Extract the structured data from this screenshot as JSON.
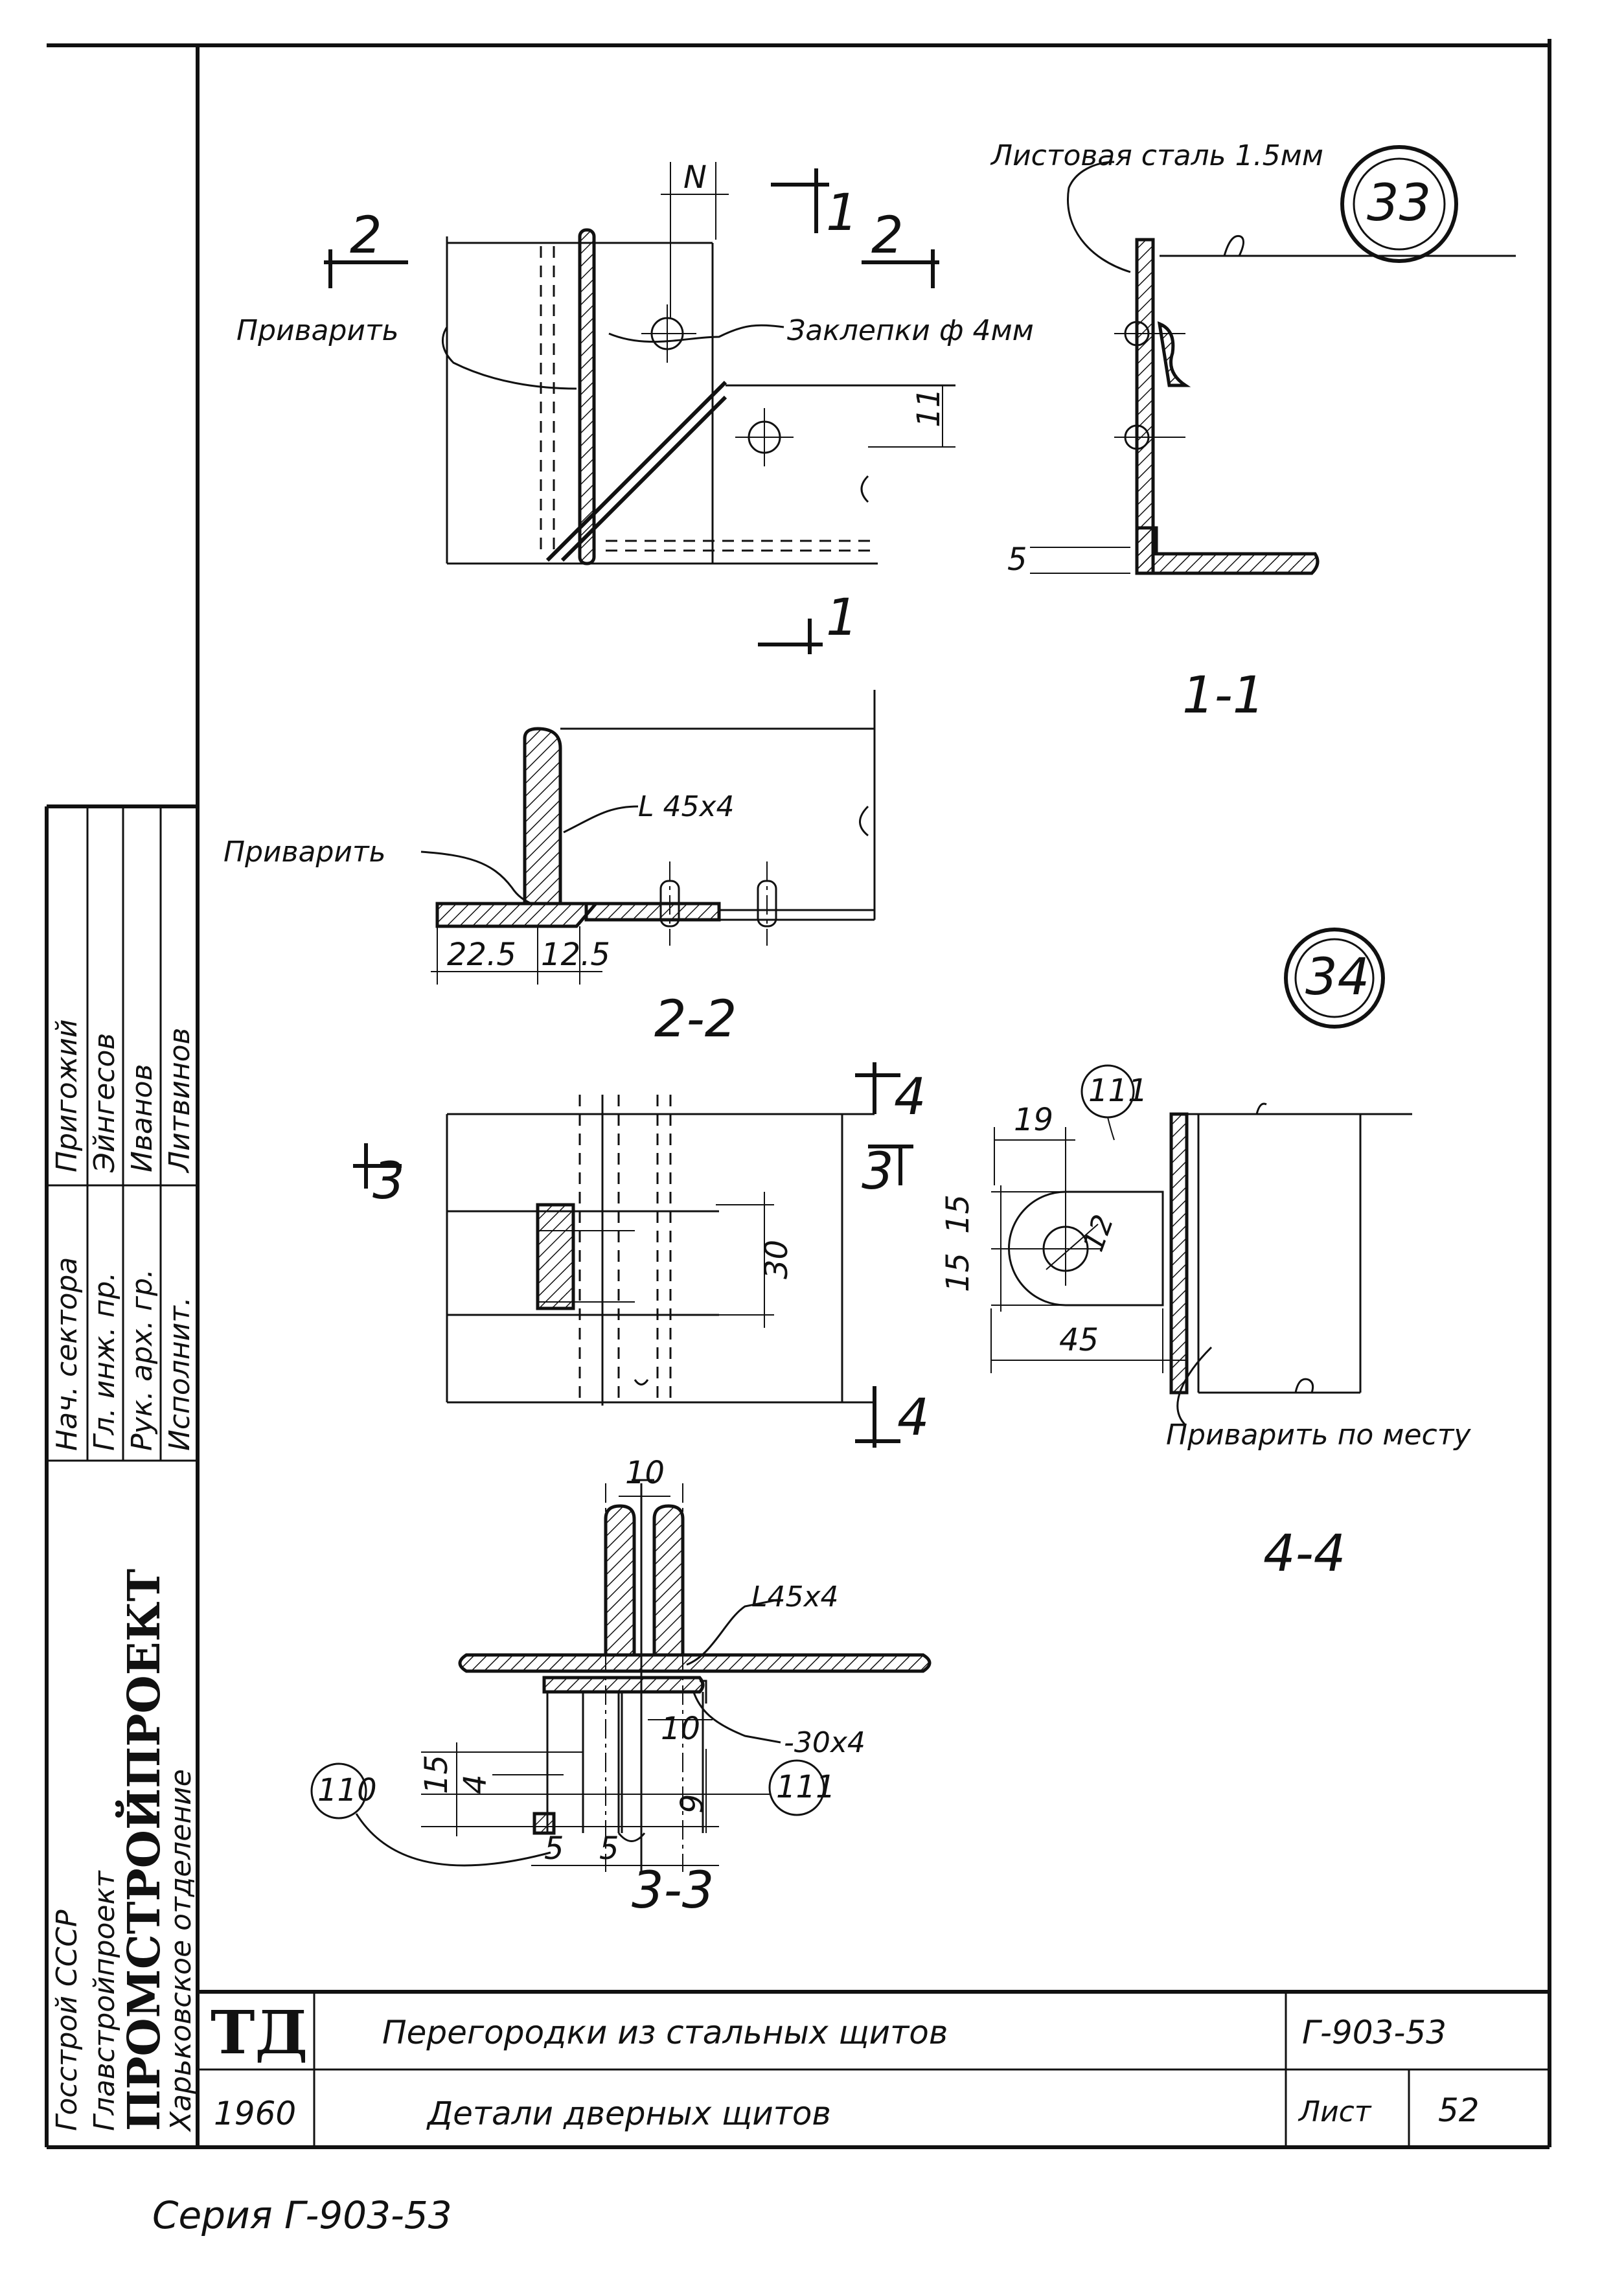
{
  "labels": {
    "sheet_steel": "Листовая сталь 1.5мм",
    "weld_top": "Приварить",
    "rivets": "Заклепки ф 4мм",
    "weld_mid": "Приварить",
    "angle_mid": "L 45х4",
    "angle_bottom": "L45х4",
    "plate": "-30х4",
    "weld_in_place": "Приварить по месту"
  },
  "sections": {
    "s1": "1-1",
    "s2": "2-2",
    "s3": "3-3",
    "s4": "4-4",
    "cut_1": "1",
    "cut_2": "2",
    "cut_3": "3",
    "cut_4": "4"
  },
  "details": {
    "d33": "33",
    "d34": "34",
    "d110": "110",
    "d111_top": "111",
    "d111_bottom": "111"
  },
  "dims": {
    "N": "N",
    "eleven": "11",
    "five": "5",
    "d22_5": "22.5",
    "d12_5": "12.5",
    "d30": "30",
    "d19": "19",
    "d15a": "15",
    "d15b": "15",
    "d12": "12",
    "d45": "45",
    "d10": "10",
    "d15c": "15",
    "d4": "4",
    "d10b": "10",
    "d9": "9",
    "d5a": "5",
    "d5b": "5"
  },
  "side_panel": {
    "org1": "Госстрой СССР",
    "org2": "Главстройпроект",
    "org3": "ПРОМСТРОЙПРОЕКТ",
    "org4": "Харьковское отделение",
    "role1": "Нач. сектора",
    "name1": "Пригожий",
    "role2": "Гл. инж. пр.",
    "name2": "Эйнгесов",
    "role3": "Рук. арх. гр.",
    "name3": "Иванов",
    "role4": "Исполнит.",
    "name4": "Литвинов"
  },
  "title_block": {
    "td": "ТД",
    "year": "1960",
    "title": "Перегородки из стальных щитов",
    "subtitle": "Детали дверных щитов",
    "series_code": "Г-903-53",
    "sheet_label": "Лист",
    "sheet_number": "52"
  },
  "footer": {
    "series": "Серия Г-903-53"
  }
}
